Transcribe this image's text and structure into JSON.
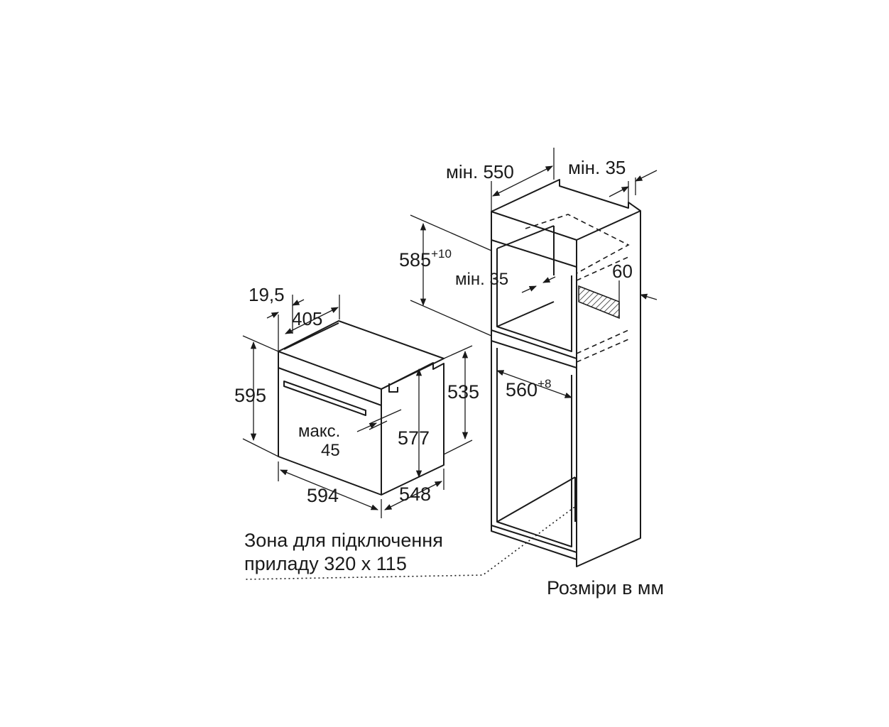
{
  "oven": {
    "dim_inset": "19,5",
    "dim_top_depth": "405",
    "dim_height": "595",
    "dim_inner_height": "535",
    "dim_front_height": "577",
    "dim_width": "594",
    "dim_depth": "548",
    "max_label": "макс.",
    "max_value": "45"
  },
  "cabinet": {
    "min_depth_label": "мін. 550",
    "min_rear_label": "мін. 35",
    "niche_height_value": "585",
    "niche_height_tolerance": "+10",
    "min_gap_label": "мін. 35",
    "vent_label": "60",
    "niche_width_value": "560",
    "niche_width_tolerance": "+8"
  },
  "notes": {
    "connection_zone_line1": "Зона для підключення",
    "connection_zone_line2": "приладу 320 x 115",
    "units": "Розміри в мм"
  }
}
